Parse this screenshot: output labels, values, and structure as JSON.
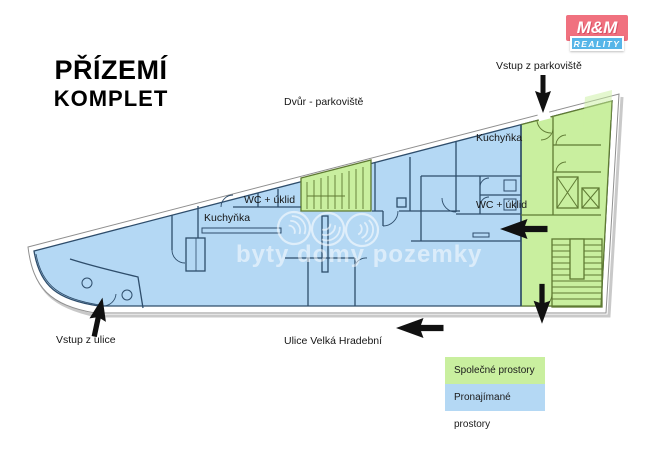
{
  "title": {
    "line1": "PŘÍZEMÍ",
    "line2": "KOMPLET"
  },
  "logo": {
    "name": "M&M",
    "subtitle": "REALITY"
  },
  "plan_labels": {
    "courtyard": "Dvůr - parkoviště",
    "entrance_parking": "Vstup z parkoviště",
    "entrance_street": "Vstup z ulice",
    "street": "Ulice Velká Hradební",
    "kitchenette_left": "Kuchyňka",
    "wc_cleaning_left": "WC + úklid",
    "kitchenette_right": "Kuchyňka",
    "wc_cleaning_right": "WC + úklid"
  },
  "legend": {
    "items": [
      {
        "label": "Společné prostory",
        "color": "#c9ef9f"
      },
      {
        "label": "Pronajímané prostory",
        "color": "#b4d8f4"
      }
    ]
  },
  "watermark": {
    "text": "byty domy pozemky"
  },
  "colors": {
    "rented_fill": "#b4d8f4",
    "common_fill": "#c9ef9f",
    "wall_rented": "#2e4d6b",
    "wall_common": "#5f7a33",
    "logo_pink": "#f0717f",
    "logo_blue": "#56b5e8",
    "arrow": "#111111"
  }
}
